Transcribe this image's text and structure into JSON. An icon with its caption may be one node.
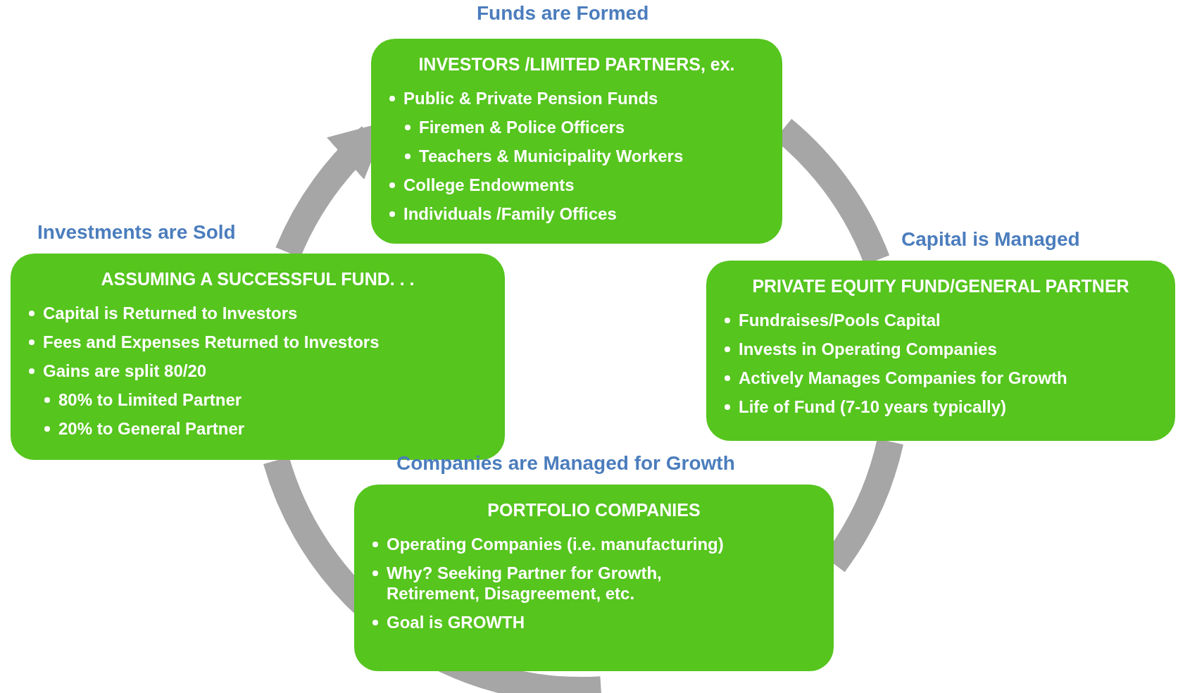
{
  "diagram": {
    "nodes": [
      {
        "text": [
          "Funds are Formed",
          "INVESTORS /LIMITED PARTNERS, ex.",
          "Public & Private Pension Funds",
          "Firemen & Police Officers",
          "Teachers & Municipality Workers",
          "College Endowments",
          "Individuals /Family Offices"
        ]
      },
      {
        "text": [
          "Investments are Sold",
          "ASSUMING A SUCCESSFUL FUND. . .",
          "Capital is Returned to Investors",
          "Fees and Expenses Returned to Investors",
          "Gains are split 80/20",
          "80% to Limited Partner",
          "20% to General Partner"
        ]
      },
      {
        "text": [
          "Capital is Managed",
          "PRIVATE EQUITY FUND/GENERAL PARTNER",
          "Fundraises/Pools Capital",
          "Invests in Operating Companies",
          "Actively Manages Companies for Growth",
          "Life of Fund (7-10 years typically)"
        ]
      },
      {
        "text": [
          "Companies are Managed for Growth",
          "PORTFOLIO COMPANIES",
          "Operating Companies (i.e. manufacturing)",
          "Why? Seeking Partner for Growth, Retirement, Disagreement, etc.",
          "Goal is GROWTH"
        ]
      }
    ],
    "edges": [
      {
        "from": 0,
        "to": 2,
        "arrow": "none"
      },
      {
        "from": 2,
        "to": 3,
        "arrow": "none"
      },
      {
        "from": 3,
        "to": 1,
        "arrow": "none"
      },
      {
        "from": 1,
        "to": 0,
        "arrow": "to"
      }
    ]
  }
}
